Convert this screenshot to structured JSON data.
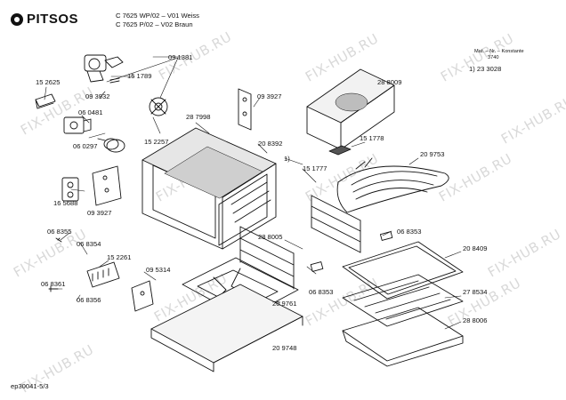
{
  "brand": "PITSOS",
  "header": {
    "model_line1": "C 7625 WP/02 – V01 Weiss",
    "model_line2": "C 7625 P/02 – V02 Braun"
  },
  "mat_info": {
    "label": "Mat. – Nr. – Konstante",
    "value": "3740"
  },
  "footer_code": "ep30041-5/3",
  "watermark_text": "FIX-HUB.RU",
  "part_labels": [
    "09 1381",
    "15 1789",
    "15 2625",
    "09 3932",
    "06 0481",
    "06 0297",
    "15 2257",
    "28 7998",
    "09 3927",
    "09 3927",
    "20 8392",
    "1)",
    "15 1777",
    "28 8009",
    "15 1778",
    "20 9753",
    "1) 23 3028",
    "16 5688",
    "06 8355",
    "06 8354",
    "15 2261",
    "09 5314",
    "28 8005",
    "06 8353",
    "06 8353",
    "20 8409",
    "06 8361",
    "06 8356",
    "20 9761",
    "27 8534",
    "28 8006",
    "20 9748"
  ],
  "colors": {
    "line": "#111111",
    "watermark": "#d9d9d9"
  }
}
